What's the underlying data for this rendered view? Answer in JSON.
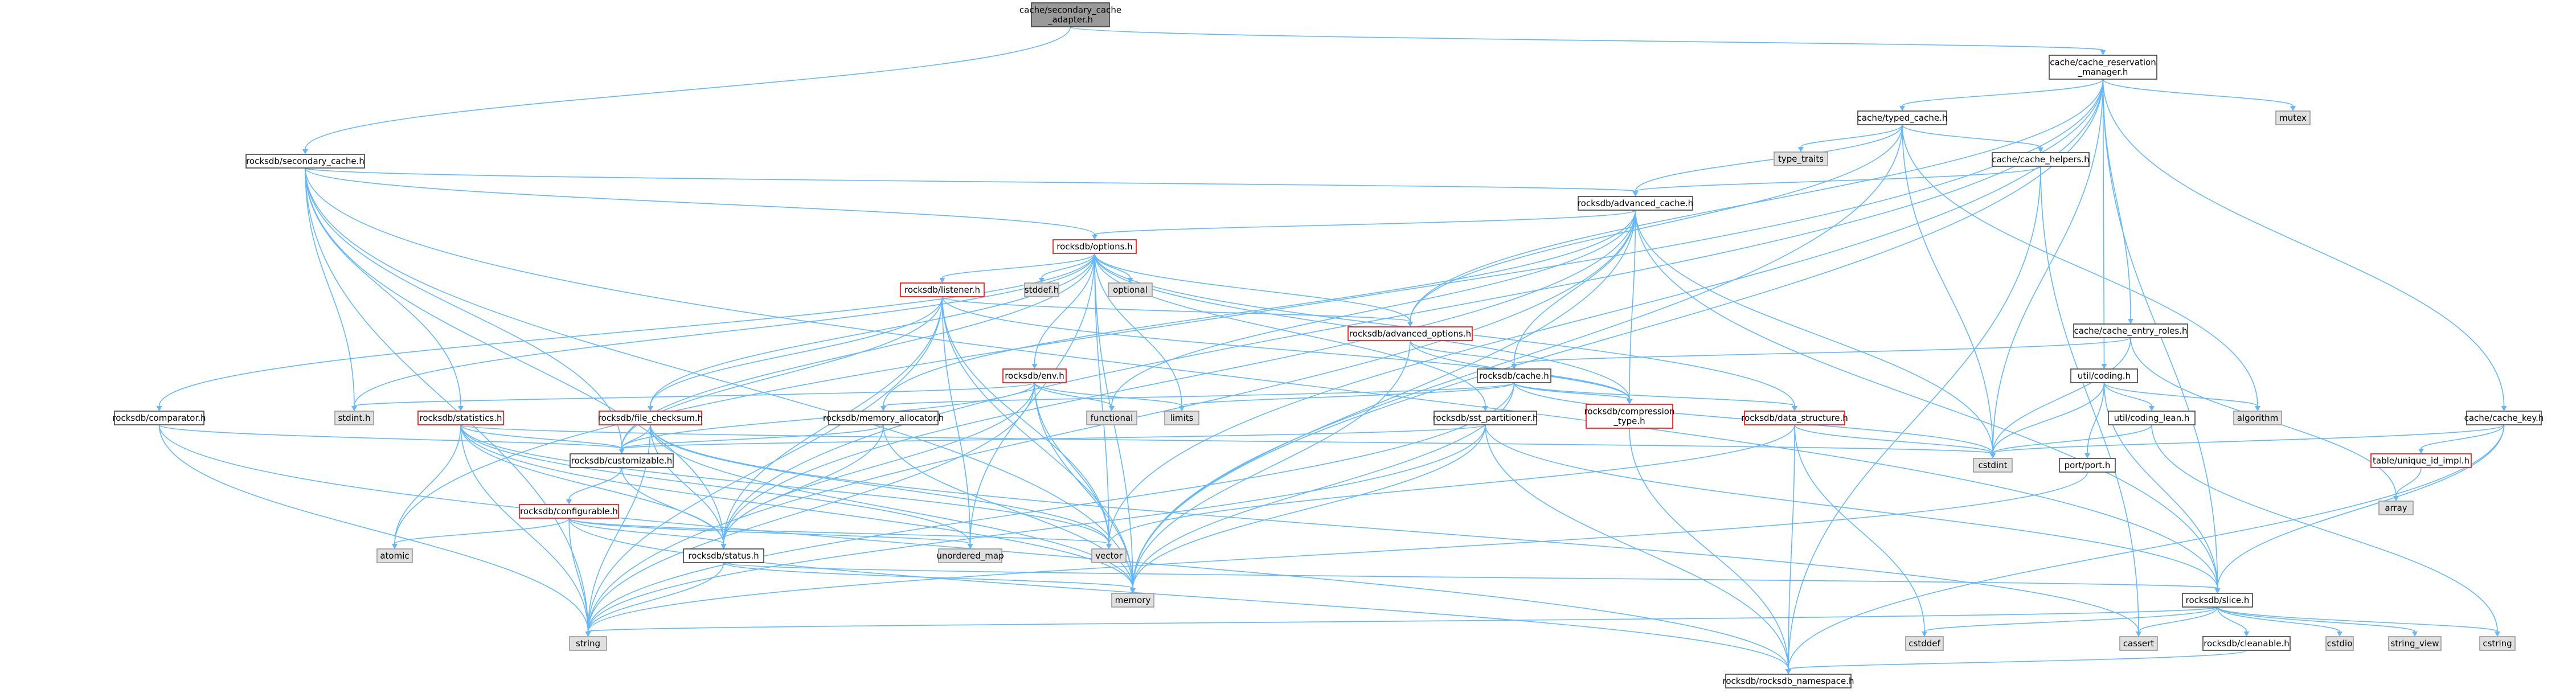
{
  "colors": {
    "edge": "#63b8ff",
    "node_border": "#404040",
    "node_fill": "#ffffff",
    "focus_fill": "#999999",
    "system_fill": "#e0e0e0",
    "system_border": "#999999",
    "truncated_border": "#ff0000"
  },
  "nodes": {
    "n0": {
      "lines": [
        "cache/secondary_cache",
        "_adapter.h"
      ],
      "kind": "focus"
    },
    "n1": {
      "lines": [
        "cache/cache_reservation",
        "_manager.h"
      ],
      "kind": "normal"
    },
    "n2": {
      "lines": [
        "rocksdb/secondary_cache.h"
      ],
      "kind": "normal"
    },
    "n3": {
      "lines": [
        "cache/typed_cache.h"
      ],
      "kind": "normal"
    },
    "n4": {
      "lines": [
        "mutex"
      ],
      "kind": "system"
    },
    "n5": {
      "lines": [
        "type_traits"
      ],
      "kind": "system"
    },
    "n6": {
      "lines": [
        "cache/cache_helpers.h"
      ],
      "kind": "normal"
    },
    "n7": {
      "lines": [
        "rocksdb/advanced_cache.h"
      ],
      "kind": "normal"
    },
    "n8": {
      "lines": [
        "rocksdb/options.h"
      ],
      "kind": "truncated"
    },
    "n9": {
      "lines": [
        "stddef.h"
      ],
      "kind": "system"
    },
    "n10": {
      "lines": [
        "optional"
      ],
      "kind": "system"
    },
    "n11": {
      "lines": [
        "rocksdb/listener.h"
      ],
      "kind": "truncated"
    },
    "n12": {
      "lines": [
        "rocksdb/advanced_options.h"
      ],
      "kind": "truncated"
    },
    "n13": {
      "lines": [
        "cache/cache_entry_roles.h"
      ],
      "kind": "normal"
    },
    "n14": {
      "lines": [
        "rocksdb/env.h"
      ],
      "kind": "truncated"
    },
    "n15": {
      "lines": [
        "rocksdb/cache.h"
      ],
      "kind": "normal"
    },
    "n16": {
      "lines": [
        "util/coding.h"
      ],
      "kind": "normal"
    },
    "n17": {
      "lines": [
        "algorithm"
      ],
      "kind": "system"
    },
    "n18": {
      "lines": [
        "functional"
      ],
      "kind": "system"
    },
    "n19": {
      "lines": [
        "limits"
      ],
      "kind": "system"
    },
    "n20": {
      "lines": [
        "rocksdb/compression",
        "_type.h"
      ],
      "kind": "truncated"
    },
    "n21": {
      "lines": [
        "rocksdb/comparator.h"
      ],
      "kind": "normal"
    },
    "n22": {
      "lines": [
        "stdint.h"
      ],
      "kind": "system"
    },
    "n23": {
      "lines": [
        "rocksdb/statistics.h"
      ],
      "kind": "truncated"
    },
    "n24": {
      "lines": [
        "rocksdb/file_checksum.h"
      ],
      "kind": "truncated"
    },
    "n25": {
      "lines": [
        "rocksdb/memory_allocator.h"
      ],
      "kind": "normal"
    },
    "n26": {
      "lines": [
        "rocksdb/sst_partitioner.h"
      ],
      "kind": "normal"
    },
    "n27": {
      "lines": [
        "rocksdb/data_structure.h"
      ],
      "kind": "truncated"
    },
    "n28": {
      "lines": [
        "util/coding_lean.h"
      ],
      "kind": "normal"
    },
    "n29": {
      "lines": [
        "cache/cache_key.h"
      ],
      "kind": "normal"
    },
    "n30": {
      "lines": [
        "rocksdb/customizable.h"
      ],
      "kind": "normal"
    },
    "n31": {
      "lines": [
        "cstdint"
      ],
      "kind": "system"
    },
    "n32": {
      "lines": [
        "port/port.h"
      ],
      "kind": "normal"
    },
    "n33": {
      "lines": [
        "table/unique_id_impl.h"
      ],
      "kind": "truncated"
    },
    "n34": {
      "lines": [
        "rocksdb/configurable.h"
      ],
      "kind": "truncated"
    },
    "n35": {
      "lines": [
        "array"
      ],
      "kind": "system"
    },
    "n36": {
      "lines": [
        "atomic"
      ],
      "kind": "system"
    },
    "n37": {
      "lines": [
        "rocksdb/status.h"
      ],
      "kind": "normal"
    },
    "n38": {
      "lines": [
        "unordered_map"
      ],
      "kind": "system"
    },
    "n39": {
      "lines": [
        "vector"
      ],
      "kind": "system"
    },
    "n40": {
      "lines": [
        "rocksdb/slice.h"
      ],
      "kind": "normal"
    },
    "n41": {
      "lines": [
        "memory"
      ],
      "kind": "system"
    },
    "n42": {
      "lines": [
        "string"
      ],
      "kind": "system"
    },
    "n43": {
      "lines": [
        "cstddef"
      ],
      "kind": "system"
    },
    "n44": {
      "lines": [
        "cassert"
      ],
      "kind": "system"
    },
    "n45": {
      "lines": [
        "rocksdb/cleanable.h"
      ],
      "kind": "normal"
    },
    "n46": {
      "lines": [
        "cstdio"
      ],
      "kind": "system"
    },
    "n47": {
      "lines": [
        "string_view"
      ],
      "kind": "system"
    },
    "n48": {
      "lines": [
        "cstring"
      ],
      "kind": "system"
    },
    "n49": {
      "lines": [
        "rocksdb/rocksdb_namespace.h"
      ],
      "kind": "normal"
    }
  },
  "edges": [
    [
      "n0",
      "n1"
    ],
    [
      "n0",
      "n2"
    ],
    [
      "n1",
      "n3"
    ],
    [
      "n1",
      "n4"
    ],
    [
      "n1",
      "n13"
    ],
    [
      "n1",
      "n29"
    ],
    [
      "n1",
      "n16"
    ],
    [
      "n1",
      "n31"
    ],
    [
      "n1",
      "n40"
    ],
    [
      "n1",
      "n37"
    ],
    [
      "n1",
      "n39"
    ],
    [
      "n1",
      "n41"
    ],
    [
      "n1",
      "n36"
    ],
    [
      "n1",
      "n12"
    ],
    [
      "n2",
      "n7"
    ],
    [
      "n2",
      "n8"
    ],
    [
      "n2",
      "n23"
    ],
    [
      "n2",
      "n30"
    ],
    [
      "n2",
      "n37"
    ],
    [
      "n2",
      "n40"
    ],
    [
      "n2",
      "n22"
    ],
    [
      "n2",
      "n41"
    ],
    [
      "n2",
      "n42"
    ],
    [
      "n3",
      "n5"
    ],
    [
      "n3",
      "n6"
    ],
    [
      "n3",
      "n7"
    ],
    [
      "n3",
      "n12"
    ],
    [
      "n3",
      "n17"
    ],
    [
      "n3",
      "n31"
    ],
    [
      "n3",
      "n41"
    ],
    [
      "n6",
      "n7"
    ],
    [
      "n6",
      "n44"
    ],
    [
      "n6",
      "n49"
    ],
    [
      "n7",
      "n8"
    ],
    [
      "n7",
      "n15"
    ],
    [
      "n7",
      "n20"
    ],
    [
      "n7",
      "n25"
    ],
    [
      "n7",
      "n37"
    ],
    [
      "n7",
      "n18"
    ],
    [
      "n7",
      "n31"
    ],
    [
      "n7",
      "n40"
    ],
    [
      "n7",
      "n41"
    ],
    [
      "n7",
      "n42"
    ],
    [
      "n8",
      "n9"
    ],
    [
      "n8",
      "n10"
    ],
    [
      "n8",
      "n11"
    ],
    [
      "n8",
      "n12"
    ],
    [
      "n8",
      "n14"
    ],
    [
      "n8",
      "n20"
    ],
    [
      "n8",
      "n21"
    ],
    [
      "n8",
      "n24"
    ],
    [
      "n8",
      "n26"
    ],
    [
      "n8",
      "n27"
    ],
    [
      "n8",
      "n30"
    ],
    [
      "n8",
      "n22"
    ],
    [
      "n8",
      "n19"
    ],
    [
      "n8",
      "n38"
    ],
    [
      "n8",
      "n39"
    ],
    [
      "n8",
      "n41"
    ],
    [
      "n11",
      "n12"
    ],
    [
      "n11",
      "n20"
    ],
    [
      "n11",
      "n24"
    ],
    [
      "n11",
      "n30"
    ],
    [
      "n11",
      "n37"
    ],
    [
      "n11",
      "n38"
    ],
    [
      "n11",
      "n39"
    ],
    [
      "n11",
      "n41"
    ],
    [
      "n11",
      "n42"
    ],
    [
      "n12",
      "n15"
    ],
    [
      "n12",
      "n20"
    ],
    [
      "n12",
      "n41"
    ],
    [
      "n13",
      "n15"
    ],
    [
      "n13",
      "n35"
    ],
    [
      "n13",
      "n31"
    ],
    [
      "n14",
      "n30"
    ],
    [
      "n14",
      "n37"
    ],
    [
      "n14",
      "n18"
    ],
    [
      "n14",
      "n19"
    ],
    [
      "n14",
      "n22"
    ],
    [
      "n14",
      "n39"
    ],
    [
      "n14",
      "n41"
    ],
    [
      "n14",
      "n42"
    ],
    [
      "n15",
      "n25"
    ],
    [
      "n15",
      "n20"
    ],
    [
      "n15",
      "n27"
    ],
    [
      "n15",
      "n19"
    ],
    [
      "n15",
      "n31"
    ],
    [
      "n15",
      "n41"
    ],
    [
      "n15",
      "n42"
    ],
    [
      "n16",
      "n17"
    ],
    [
      "n16",
      "n28"
    ],
    [
      "n16",
      "n32"
    ],
    [
      "n16",
      "n40"
    ],
    [
      "n16",
      "n31"
    ],
    [
      "n20",
      "n49"
    ],
    [
      "n21",
      "n30"
    ],
    [
      "n21",
      "n42"
    ],
    [
      "n21",
      "n49"
    ],
    [
      "n23",
      "n30"
    ],
    [
      "n23",
      "n37"
    ],
    [
      "n23",
      "n36"
    ],
    [
      "n23",
      "n31"
    ],
    [
      "n23",
      "n41"
    ],
    [
      "n23",
      "n42"
    ],
    [
      "n23",
      "n38"
    ],
    [
      "n23",
      "n39"
    ],
    [
      "n24",
      "n30"
    ],
    [
      "n24",
      "n37"
    ],
    [
      "n24",
      "n41"
    ],
    [
      "n24",
      "n42"
    ],
    [
      "n24",
      "n39"
    ],
    [
      "n24",
      "n44"
    ],
    [
      "n25",
      "n30"
    ],
    [
      "n25",
      "n37"
    ],
    [
      "n25",
      "n41"
    ],
    [
      "n26",
      "n30"
    ],
    [
      "n26",
      "n40"
    ],
    [
      "n26",
      "n41"
    ],
    [
      "n26",
      "n42"
    ],
    [
      "n26",
      "n49"
    ],
    [
      "n27",
      "n31"
    ],
    [
      "n27",
      "n43"
    ],
    [
      "n27",
      "n39"
    ],
    [
      "n27",
      "n49"
    ],
    [
      "n28",
      "n31"
    ],
    [
      "n28",
      "n48"
    ],
    [
      "n29",
      "n33"
    ],
    [
      "n29",
      "n31"
    ],
    [
      "n29",
      "n40"
    ],
    [
      "n29",
      "n49"
    ],
    [
      "n30",
      "n34"
    ],
    [
      "n30",
      "n37"
    ],
    [
      "n32",
      "n42"
    ],
    [
      "n33",
      "n35"
    ],
    [
      "n34",
      "n36"
    ],
    [
      "n34",
      "n37"
    ],
    [
      "n34",
      "n38"
    ],
    [
      "n34",
      "n39"
    ],
    [
      "n34",
      "n42"
    ],
    [
      "n34",
      "n49"
    ],
    [
      "n37",
      "n40"
    ],
    [
      "n37",
      "n41"
    ],
    [
      "n37",
      "n42"
    ],
    [
      "n40",
      "n44"
    ],
    [
      "n40",
      "n45"
    ],
    [
      "n40",
      "n46"
    ],
    [
      "n40",
      "n47"
    ],
    [
      "n40",
      "n48"
    ],
    [
      "n40",
      "n42"
    ],
    [
      "n40",
      "n43"
    ],
    [
      "n45",
      "n49"
    ]
  ]
}
